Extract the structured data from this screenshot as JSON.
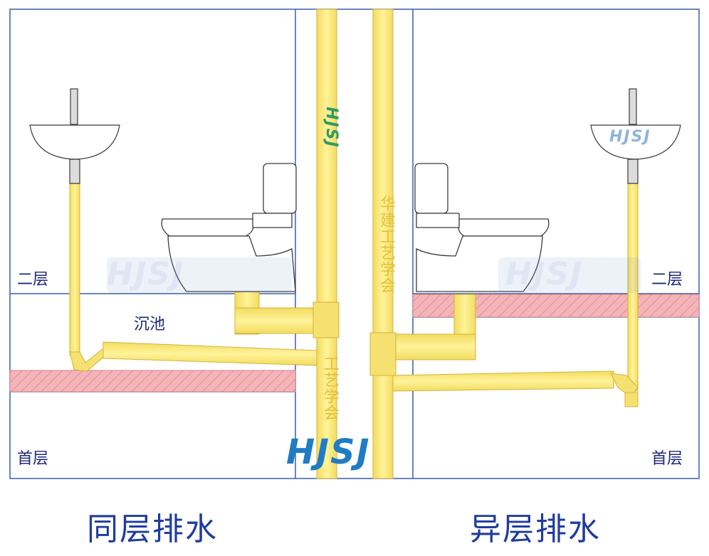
{
  "left_panel": {
    "upper_floor_label": "二层",
    "lower_floor_label": "首层",
    "sunken_pit_label": "沉池",
    "caption": "同层排水"
  },
  "right_panel": {
    "upper_floor_label": "二层",
    "lower_floor_label": "首层",
    "caption": "异层排水"
  },
  "pipe_text": {
    "left_stack_text": "工艺学会",
    "right_stack_text": "华建工艺学会"
  },
  "logos": {
    "main": "HJSJ",
    "stack": "HJSJ",
    "basin": "HJSJ",
    "watermark_left": "HJSJ",
    "watermark_right": "HJSJ"
  },
  "colors": {
    "pipe": "#f7e87a",
    "pipe_edge": "#d9b93a",
    "slab": "#f1a3a8",
    "line": "#3a5fa8",
    "caption": "#1f3c9e"
  }
}
